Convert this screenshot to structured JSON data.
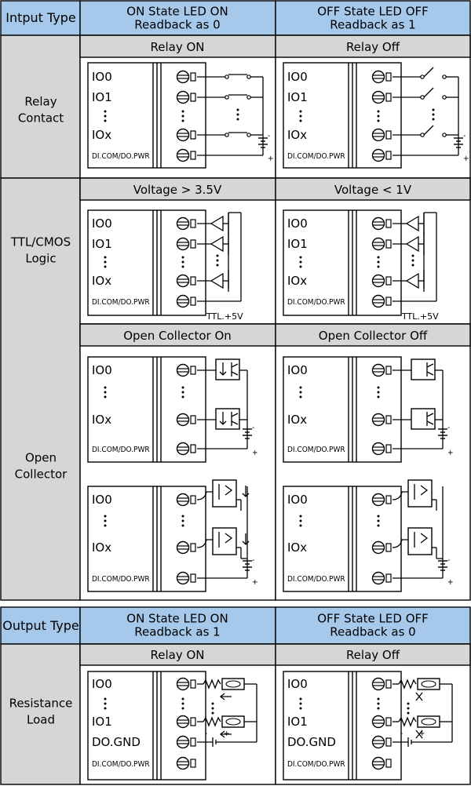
{
  "input_table": {
    "header": {
      "type_label": "Intput Type",
      "on_col": "ON State LED ON\nReadback as 0",
      "off_col": "OFF State LED OFF\nReadback as 1"
    },
    "rows": [
      {
        "label": "Relay\nContact",
        "sub_on": "Relay ON",
        "sub_off": "Relay Off"
      },
      {
        "label": "TTL/CMOS\nLogic",
        "sub_on": "Voltage > 3.5V",
        "sub_off": "Voltage < 1V"
      },
      {
        "label": "Open\nCollector",
        "sub_on": "Open Collector On",
        "sub_off": "Open Collector Off"
      }
    ]
  },
  "output_table": {
    "header": {
      "type_label": "Output Type",
      "on_col": "ON State LED ON\nReadback as 1",
      "off_col": "OFF State LED OFF\nReadback as 0"
    },
    "rows": [
      {
        "label": "Resistance\nLoad",
        "sub_on": "Relay ON",
        "sub_off": "Relay Off"
      }
    ]
  },
  "pins": {
    "io0": "IO0",
    "io1": "IO1",
    "iox": "IOx",
    "dogng": "DO.GND",
    "pwr": "DI.COM/DO.PWR",
    "ttl": "TTL.+5V",
    "plus": "+",
    "minus": "-"
  },
  "colors": {
    "header_blue": "#a6c8ea",
    "label_gray": "#d6d6d6",
    "sub_gray": "#d6d6d6",
    "border": "#000000"
  }
}
